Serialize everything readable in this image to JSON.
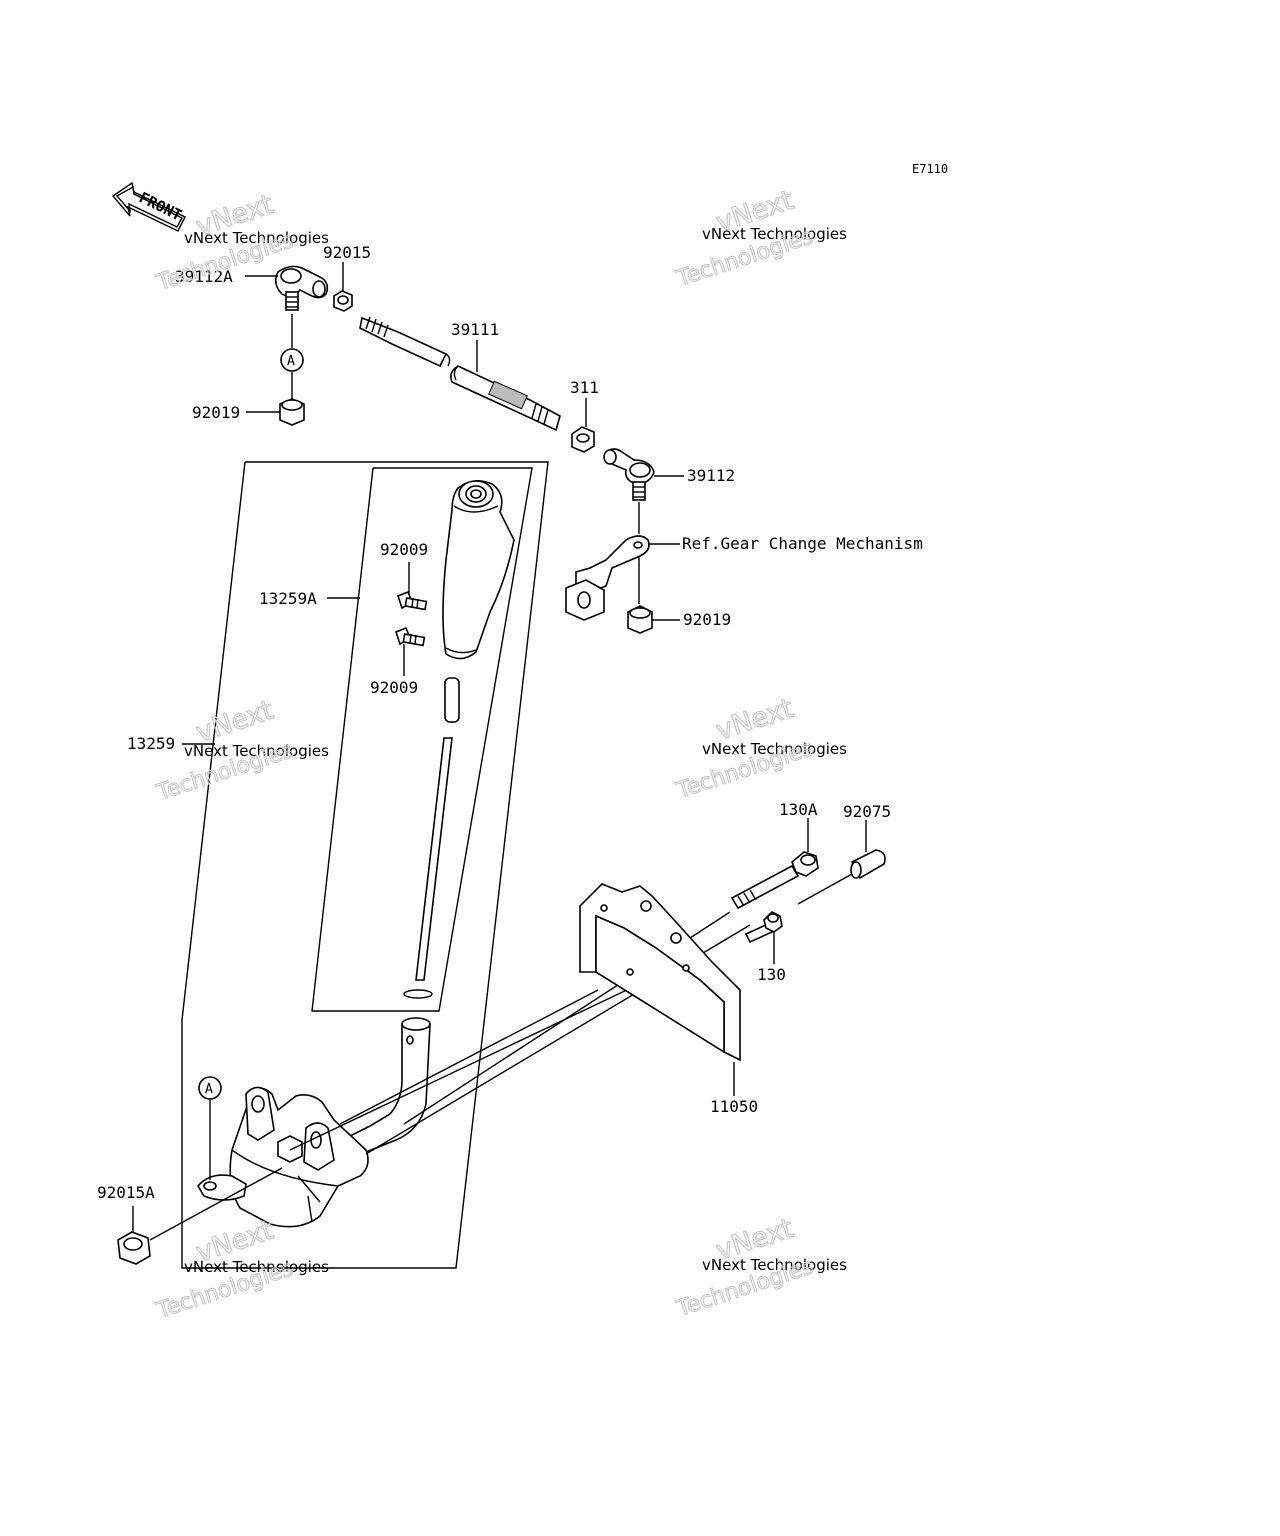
{
  "diagram": {
    "code": "E7110",
    "front_label": "FRONT",
    "callout_marker": "A",
    "reference_note": "Ref.Gear Change Mechanism",
    "watermark": {
      "line1": "vNext Technologies",
      "line2": "vNext",
      "line3": "Technologies"
    },
    "parts": {
      "p39112A": "39112A",
      "p92015": "92015",
      "p92019_top": "92019",
      "p39111": "39111",
      "p311": "311",
      "p39112": "39112",
      "p92009_a": "92009",
      "p92009_b": "92009",
      "p13259A": "13259A",
      "p92019_right": "92019",
      "p13259": "13259",
      "p130A": "130A",
      "p92075": "92075",
      "p130": "130",
      "p11050": "11050",
      "p92015A": "92015A"
    }
  }
}
